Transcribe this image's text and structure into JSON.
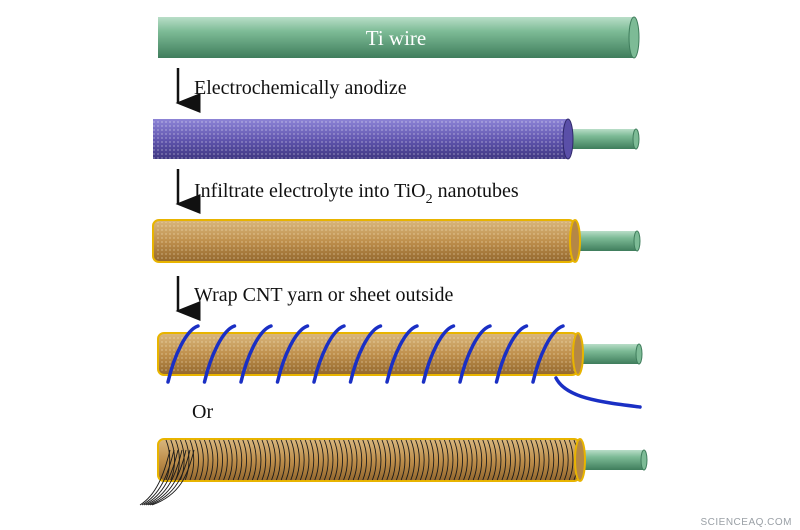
{
  "wire_label": "Ti wire",
  "steps": [
    {
      "label": "Electrochemically anodize"
    },
    {
      "label_main": "Infiltrate electrolyte into TiO",
      "label_sub": "2",
      "label_tail": " nanotubes"
    },
    {
      "label": "Wrap CNT yarn or sheet outside"
    }
  ],
  "or_label": "Or",
  "watermark": "SCIENCEAQ.COM",
  "colors": {
    "ti_green": "#5fa27f",
    "tio2_blue": "#6b60b8",
    "electrolyte_gold": "#c79a55",
    "cnt_yarn_blue": "#1a2fc4",
    "cnt_sheet_black": "#1a1a1a"
  }
}
